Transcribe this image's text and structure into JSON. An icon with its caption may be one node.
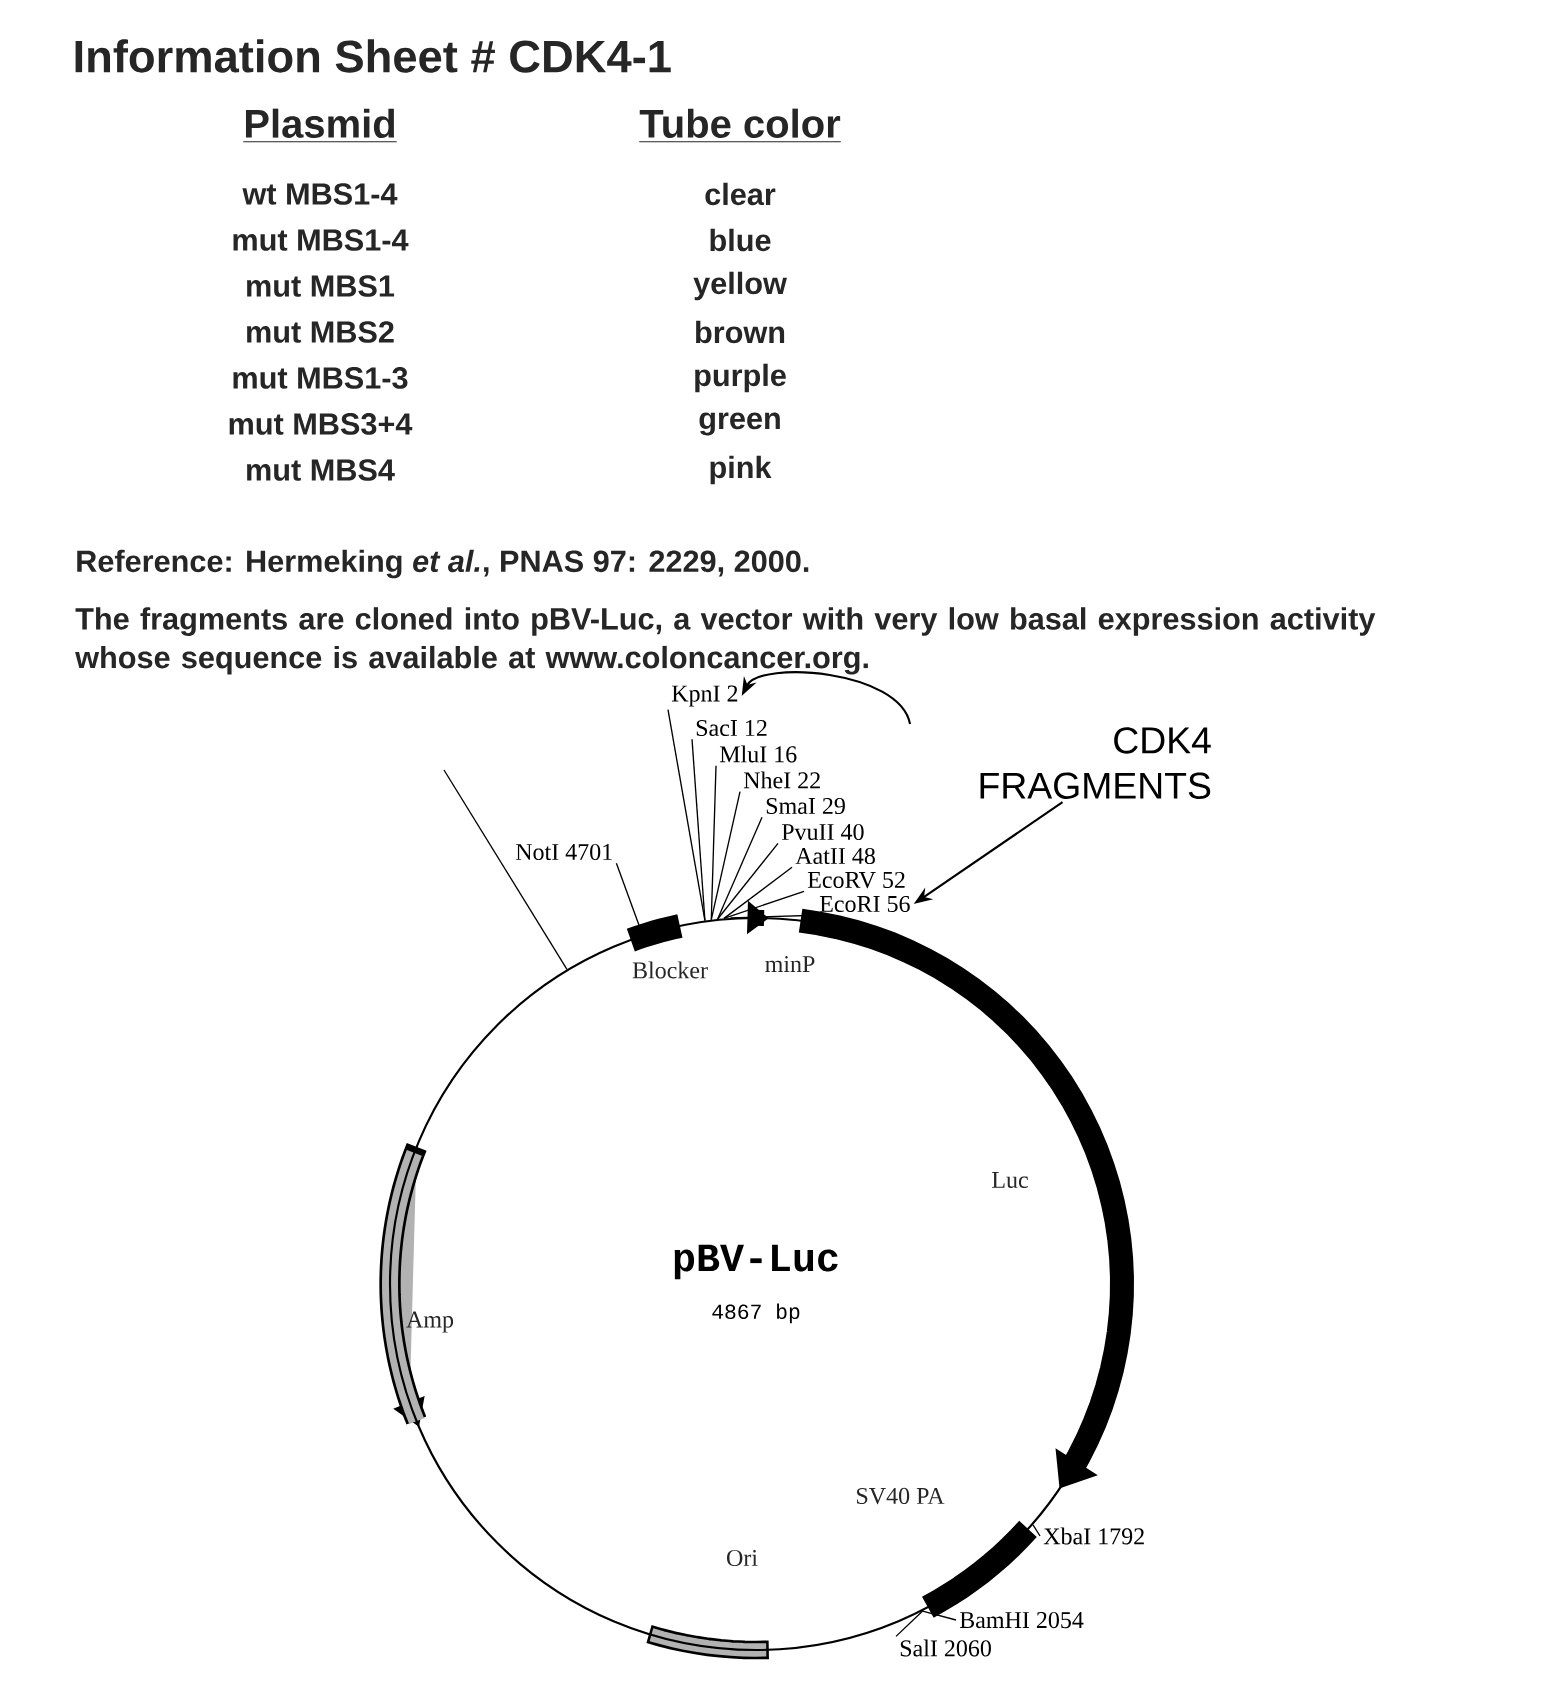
{
  "diagram": {
    "title": "Information Sheet # CDK4-1",
    "nodes": [
      {
        "text": [
          "KpnI 2"
        ]
      },
      {
        "text": [
          "SacI 12"
        ]
      },
      {
        "text": [
          "MluI 16"
        ]
      },
      {
        "text": [
          "NheI 22"
        ]
      },
      {
        "text": [
          "SmaI 29"
        ]
      },
      {
        "text": [
          "PvuII 40"
        ]
      },
      {
        "text": [
          "AatII 48"
        ]
      },
      {
        "text": [
          "EcoRV 52"
        ]
      },
      {
        "text": [
          "EcoRI 56"
        ]
      },
      {
        "text": [
          "NotI 4701"
        ]
      },
      {
        "text": [
          "CDK4 FRAGMENTS"
        ]
      },
      {
        "text": [
          "pBV-Luc",
          "4867 bp"
        ]
      },
      {
        "text": [
          "XbaI 1792"
        ]
      },
      {
        "text": [
          "BamHI 2054"
        ]
      },
      {
        "text": [
          "SalI 2060"
        ]
      }
    ],
    "edges": [
      {
        "from": 0,
        "to": 11,
        "arrow": "none"
      },
      {
        "from": 1,
        "to": 11,
        "arrow": "none"
      },
      {
        "from": 2,
        "to": 11,
        "arrow": "none"
      },
      {
        "from": 3,
        "to": 11,
        "arrow": "none"
      },
      {
        "from": 4,
        "to": 11,
        "arrow": "none"
      },
      {
        "from": 5,
        "to": 11,
        "arrow": "none"
      },
      {
        "from": 6,
        "to": 11,
        "arrow": "none"
      },
      {
        "from": 7,
        "to": 11,
        "arrow": "none"
      },
      {
        "from": 8,
        "to": 11,
        "arrow": "none"
      },
      {
        "from": 9,
        "to": 11,
        "arrow": "none"
      },
      {
        "from": null,
        "to": 11,
        "arrow": "none"
      },
      {
        "from": 10,
        "to": 0,
        "arrow": "to"
      },
      {
        "from": 10,
        "to": 8,
        "arrow": "to"
      },
      {
        "from": 12,
        "to": 11,
        "arrow": "none"
      },
      {
        "from": 13,
        "to": 11,
        "arrow": "none"
      },
      {
        "from": 14,
        "to": 11,
        "arrow": "none"
      }
    ],
    "labels": [
      "Plasmid",
      "Tube color",
      "wt MBS1-4",
      "clear",
      "mut MBS1-4",
      "blue",
      "mut MBS1",
      "yellow",
      "mut MBS2",
      "brown",
      "mut MBS1-3",
      "purple",
      "mut MBS3+4",
      "green",
      "mut MBS4",
      "pink",
      "Reference: Hermeking *et al.*, PNAS  97: 2229, 2000.",
      "The fragments are cloned into pBV-Luc, a vector with very low basal expression activity whose sequence is available at www.coloncancer.org.",
      "Blocker",
      "minP",
      "Luc",
      "Amp",
      "SV40 PA",
      "Ori"
    ]
  }
}
